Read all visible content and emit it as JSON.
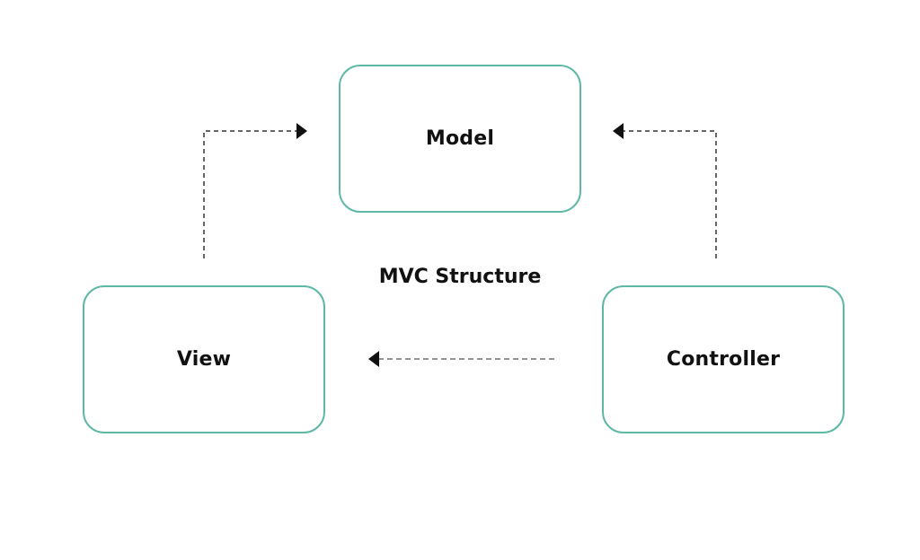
{
  "diagram": {
    "title": "MVC Structure",
    "nodes": {
      "model": {
        "label": "Model"
      },
      "view": {
        "label": "View"
      },
      "controller": {
        "label": "Controller"
      }
    },
    "edges": [
      {
        "from": "view",
        "to": "model",
        "style": "dashed"
      },
      {
        "from": "controller",
        "to": "model",
        "style": "dashed"
      },
      {
        "from": "controller",
        "to": "view",
        "style": "dashed"
      }
    ],
    "colors": {
      "node_border": "#5fb8a6",
      "connector": "#333333",
      "text": "#111111",
      "background": "#ffffff"
    }
  }
}
